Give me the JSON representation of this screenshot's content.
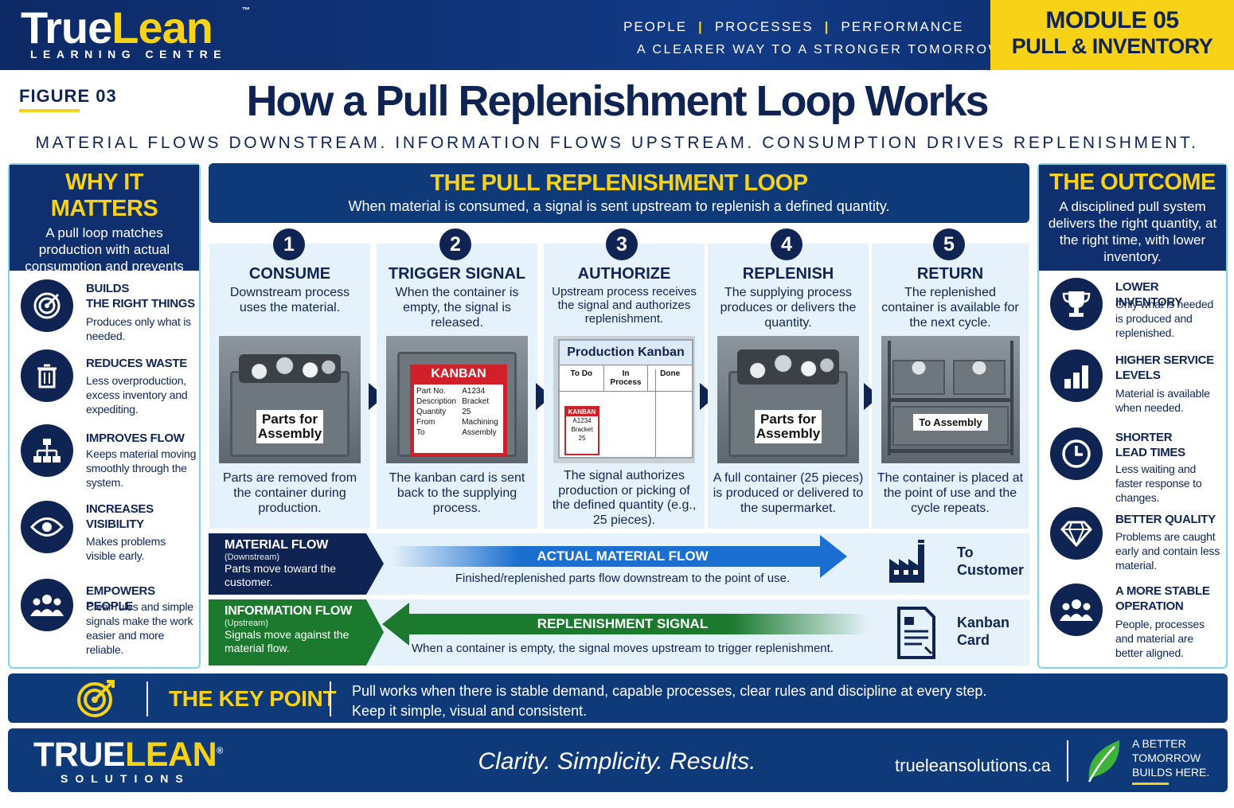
{
  "header": {
    "logo_true": "True",
    "logo_lean": "Lean",
    "logo_tm": "™",
    "logo_sub": "LEARNING CENTRE",
    "nav": [
      "PEOPLE",
      "PROCESSES",
      "PERFORMANCE"
    ],
    "nav_sep": "|",
    "tagline": "A CLEARER WAY TO A STRONGER TOMORROW",
    "module_line1": "MODULE 05",
    "module_line2": "PULL & INVENTORY"
  },
  "title": {
    "figure": "FIGURE 03",
    "main": "How a Pull Replenishment Loop Works",
    "subtitle": "MATERIAL FLOWS DOWNSTREAM. INFORMATION FLOWS UPSTREAM. CONSUMPTION DRIVES REPLENISHMENT."
  },
  "left_panel": {
    "heading": "WHY IT MATTERS",
    "intro": "A pull loop matches production with actual consumption and prevents overproduction.",
    "items": [
      {
        "title": "BUILDS\nTHE RIGHT THINGS",
        "desc": "Produces only what is needed.",
        "icon": "target-icon"
      },
      {
        "title": "REDUCES WASTE",
        "desc": "Less overproduction, excess inventory and expediting.",
        "icon": "trash-icon"
      },
      {
        "title": "IMPROVES FLOW",
        "desc": "Keeps material moving smoothly through the system.",
        "icon": "flowchart-icon"
      },
      {
        "title": "INCREASES\nVISIBILITY",
        "desc": "Makes problems visible early.",
        "icon": "eye-icon"
      },
      {
        "title": "EMPOWERS PEOPLE",
        "desc": "Clear rules and simple signals make the work easier and more reliable.",
        "icon": "people-icon"
      }
    ]
  },
  "loop": {
    "heading": "THE PULL REPLENISHMENT LOOP",
    "intro": "When material is consumed, a signal is sent upstream to replenish a defined quantity.",
    "steps": [
      {
        "num": "1",
        "title": "CONSUME",
        "desc": "Downstream process uses the material.",
        "foot": "Parts are removed from the container during production.",
        "label": "Parts for Assembly"
      },
      {
        "num": "2",
        "title": "TRIGGER SIGNAL",
        "desc": "When the container is empty, the signal is released.",
        "foot": "The kanban card is sent back to the supplying process.",
        "label": ""
      },
      {
        "num": "3",
        "title": "AUTHORIZE",
        "desc": "Upstream process receives the signal and authorizes replenishment.",
        "foot": "The signal authorizes production or picking of the defined quantity (e.g., 25 pieces).",
        "label": ""
      },
      {
        "num": "4",
        "title": "REPLENISH",
        "desc": "The supplying process produces or delivers the quantity.",
        "foot": "A full container (25 pieces) is produced or delivered to the supermarket.",
        "label": "Parts for Assembly"
      },
      {
        "num": "5",
        "title": "RETURN",
        "desc": "The replenished container is available for the next cycle.",
        "foot": "The container is placed at the point of use and the cycle repeats.",
        "label": "To Assembly"
      }
    ],
    "kanban_card": {
      "title": "KANBAN",
      "rows": [
        [
          "Part No.",
          "A1234"
        ],
        [
          "Description",
          "Bracket"
        ],
        [
          "Quantity",
          "25"
        ],
        [
          "From",
          "Machining"
        ],
        [
          "To",
          "Assembly"
        ]
      ]
    },
    "board": {
      "title": "Production Kanban",
      "cols": [
        "To Do",
        "In Process",
        "Done"
      ],
      "card": [
        "KANBAN",
        "A1234",
        "Bracket",
        "25"
      ]
    }
  },
  "flows": {
    "material": {
      "tag": "MATERIAL FLOW",
      "tag_sub": "(Downstream)",
      "tag_desc": "Parts move toward the customer.",
      "bar": "ACTUAL MATERIAL FLOW",
      "note": "Finished/replenished parts flow downstream to the point of use.",
      "end": "To\nCustomer",
      "icon": "factory-icon"
    },
    "information": {
      "tag": "INFORMATION FLOW",
      "tag_sub": "(Upstream)",
      "tag_desc": "Signals move against the material flow.",
      "bar": "REPLENISHMENT SIGNAL",
      "note": "When a container is empty, the signal moves upstream to trigger replenishment.",
      "end": "Kanban\nCard",
      "icon": "document-icon"
    }
  },
  "right_panel": {
    "heading": "THE OUTCOME",
    "intro": "A disciplined pull system delivers the right quantity, at the right time, with lower inventory.",
    "items": [
      {
        "title": "LOWER INVENTORY",
        "desc": "Only what is needed is produced and replenished.",
        "icon": "trophy-icon"
      },
      {
        "title": "HIGHER SERVICE\nLEVELS",
        "desc": "Material is available when needed.",
        "icon": "bar-chart-icon"
      },
      {
        "title": "SHORTER\nLEAD TIMES",
        "desc": "Less waiting and faster response to changes.",
        "icon": "clock-icon"
      },
      {
        "title": "BETTER QUALITY",
        "desc": "Problems are caught early and contain less material.",
        "icon": "diamond-icon"
      },
      {
        "title": "A MORE STABLE\nOPERATION",
        "desc": "People, processes and material are better aligned.",
        "icon": "people-icon"
      }
    ]
  },
  "key_point": {
    "title": "THE KEY POINT",
    "line1": "Pull works when there is stable demand, capable processes, clear rules and discipline at every step.",
    "line2": "Keep it simple, visual and consistent."
  },
  "footer": {
    "logo_true": "TRUE",
    "logo_lean": "LEAN",
    "logo_reg": "®",
    "logo_sub": "SOLUTIONS",
    "tagline": "Clarity. Simplicity. Results.",
    "url": "trueleansolutions.ca",
    "right": "A BETTER\nTOMORROW\nBUILDS HERE."
  },
  "colors": {
    "navy": "#0f2452",
    "blue": "#0f3a7a",
    "yellow": "#f7d216",
    "light": "#e6f2fb",
    "flow_blue": "#1a6fd0",
    "flow_green": "#1c7a2e"
  }
}
